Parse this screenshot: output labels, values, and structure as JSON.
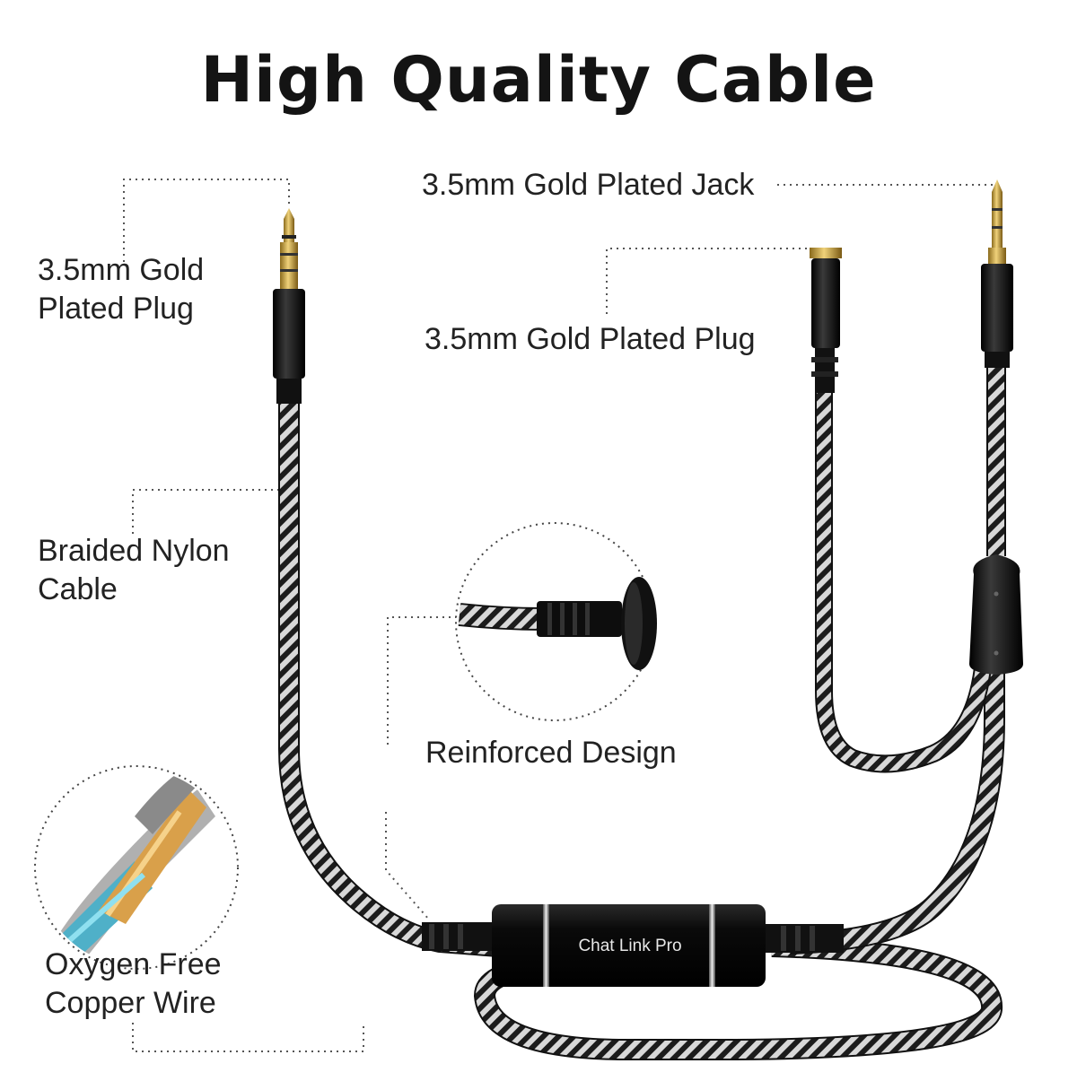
{
  "title": "High Quality Cable",
  "labels": {
    "left_plug": [
      "3.5mm Gold",
      "Plated Plug"
    ],
    "right_jack": "3.5mm Gold Plated Jack",
    "right_plug": "3.5mm Gold Plated Plug",
    "braided": [
      "Braided Nylon",
      "Cable"
    ],
    "reinforced": "Reinforced Design",
    "copper": [
      "Oxygen Free",
      "Copper Wire"
    ]
  },
  "product_box_text": "Chat Link Pro",
  "colors": {
    "background": "#ffffff",
    "title": "#141414",
    "label_text": "#222222",
    "braid_dark": "#1c1c1c",
    "braid_light": "#d8d8d8",
    "connector_body": "#0d0d0d",
    "gold": "#c9a23a",
    "leader_line": "#555555"
  }
}
